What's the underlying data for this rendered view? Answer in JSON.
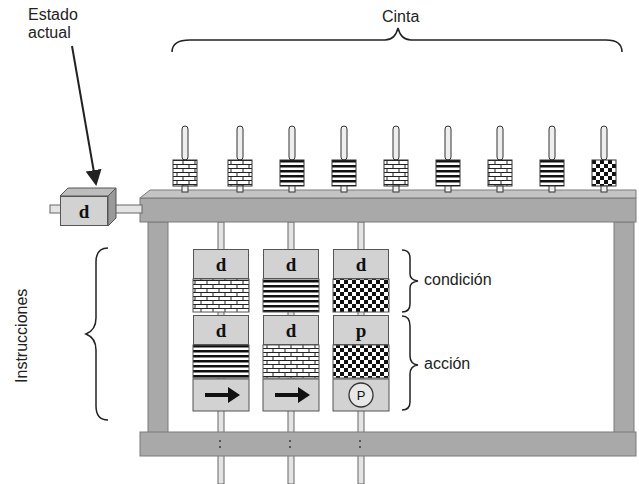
{
  "diagram": {
    "nodes": [
      {
        "text": [
          "d"
        ]
      },
      {
        "text": [
          "d"
        ]
      },
      {
        "text": [
          "d"
        ]
      },
      {
        "text": [
          "d"
        ]
      },
      {
        "text": [
          "d"
        ]
      },
      {
        "text": [
          "d"
        ]
      },
      {
        "text": [
          "p"
        ]
      },
      {
        "text": [
          "P"
        ]
      }
    ],
    "labels": [
      "Estado actual",
      "Cinta",
      "Instrucciones",
      "condición",
      "acción"
    ]
  }
}
